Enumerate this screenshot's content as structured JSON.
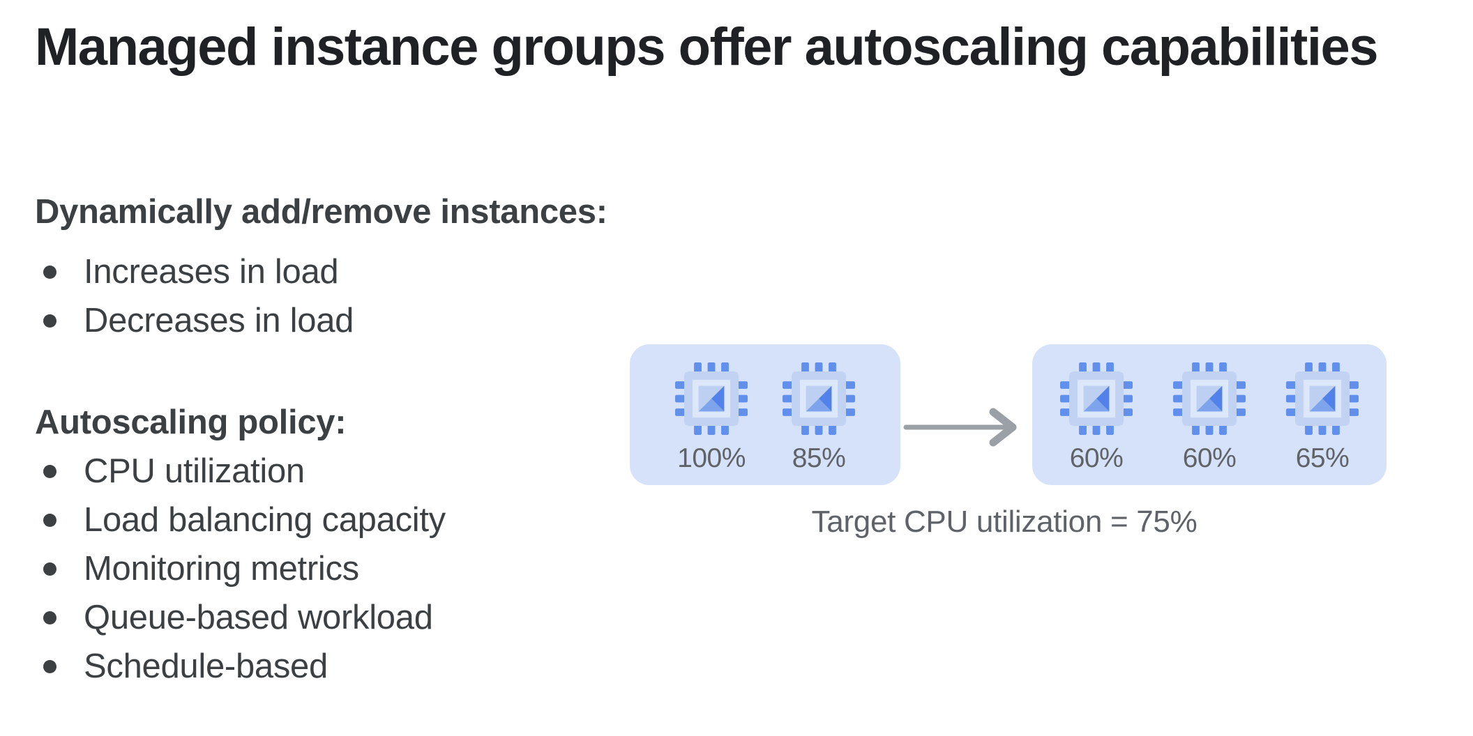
{
  "slide": {
    "title": "Managed instance groups offer autoscaling capabilities",
    "sections": [
      {
        "heading": "Dynamically add/remove instances:",
        "bullets": [
          "Increases in load",
          "Decreases in load"
        ]
      },
      {
        "heading": "Autoscaling policy:",
        "bullets": [
          "CPU utilization",
          "Load balancing capacity",
          "Monitoring metrics",
          "Queue-based workload",
          "Schedule-based"
        ]
      }
    ],
    "diagram": {
      "groups": [
        {
          "name": "before-scaling",
          "instances": [
            {
              "icon": "cpu-chip-icon",
              "utilization": "100%"
            },
            {
              "icon": "cpu-chip-icon",
              "utilization": "85%"
            }
          ]
        },
        {
          "name": "after-scaling",
          "instances": [
            {
              "icon": "cpu-chip-icon",
              "utilization": "60%"
            },
            {
              "icon": "cpu-chip-icon",
              "utilization": "60%"
            },
            {
              "icon": "cpu-chip-icon",
              "utilization": "65%"
            }
          ]
        }
      ],
      "arrow_icon": "arrow-right-icon",
      "caption": "Target CPU utilization = 75%"
    }
  },
  "colors": {
    "background": "#ffffff",
    "title_text": "#202124",
    "body_text": "#3c4043",
    "muted_text": "#5f6368",
    "group_bg": "#d6e1fa",
    "chip_pin": "#6090ec",
    "chip_body": "#c2d2f2",
    "chip_inner": "#dde7fa",
    "chip_center": "#bdd0f1",
    "chip_triangle_dark": "#5181e9",
    "chip_triangle_medium": "#7ea4ee",
    "arrow": "#9aa0a6"
  }
}
